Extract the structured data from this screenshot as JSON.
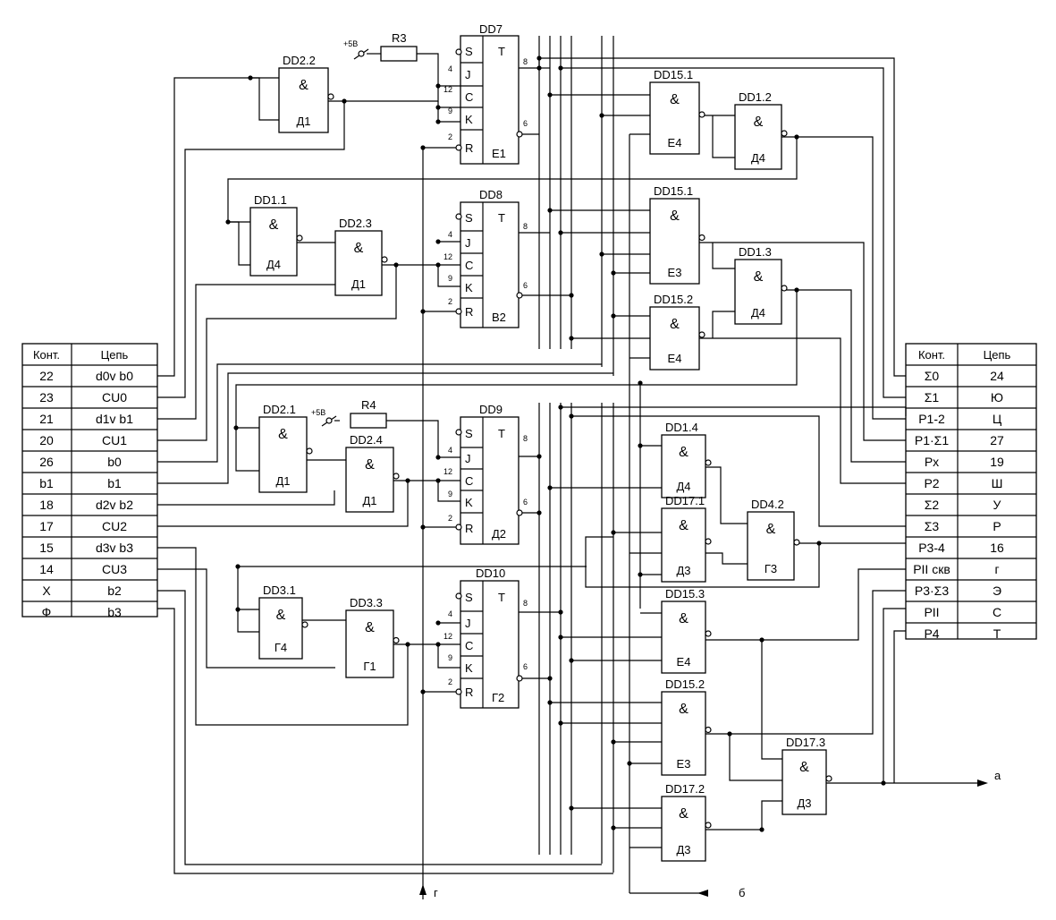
{
  "supply_label": "+5В",
  "resistors": [
    "R3",
    "R4"
  ],
  "inputs": {
    "g": "г",
    "b": "б"
  },
  "output": "а",
  "left_table": {
    "headers": [
      "Конт.",
      "Цепь"
    ],
    "rows": [
      [
        "22",
        "d0v b0"
      ],
      [
        "23",
        "CU0"
      ],
      [
        "21",
        "d1v b1"
      ],
      [
        "20",
        "CU1"
      ],
      [
        "26",
        "b0"
      ],
      [
        "b1",
        "b1"
      ],
      [
        "18",
        "d2v b2"
      ],
      [
        "17",
        "CU2"
      ],
      [
        "15",
        "d3v b3"
      ],
      [
        "14",
        "CU3"
      ],
      [
        "X",
        "b2"
      ],
      [
        "Ф",
        "b3"
      ]
    ]
  },
  "right_table": {
    "headers": [
      "Конт.",
      "Цепь"
    ],
    "rows": [
      [
        "Σ0",
        "24"
      ],
      [
        "Σ1",
        "Ю"
      ],
      [
        "P1-2",
        "Ц"
      ],
      [
        "P1·Σ1",
        "27"
      ],
      [
        "Px",
        "19"
      ],
      [
        "P2",
        "Ш"
      ],
      [
        "Σ2",
        "У"
      ],
      [
        "Σ3",
        "Р"
      ],
      [
        "P3-4",
        "16"
      ],
      [
        "PII скв",
        "г"
      ],
      [
        "P3·Σ3",
        "Э"
      ],
      [
        "PII",
        "С"
      ],
      [
        "P4",
        "Т"
      ]
    ]
  },
  "triggers": [
    {
      "ref": "DD7",
      "type": "T",
      "pins": [
        "S",
        "J",
        "C",
        "K",
        "R"
      ],
      "name": "Е1"
    },
    {
      "ref": "DD8",
      "type": "T",
      "pins": [
        "S",
        "J",
        "C",
        "K",
        "R"
      ],
      "name": "В2"
    },
    {
      "ref": "DD9",
      "type": "T",
      "pins": [
        "S",
        "J",
        "C",
        "K",
        "R"
      ],
      "name": "Д2"
    },
    {
      "ref": "DD10",
      "type": "T",
      "pins": [
        "S",
        "J",
        "C",
        "K",
        "R"
      ],
      "name": "Г2"
    }
  ],
  "gates": [
    {
      "ref": "DD2.2",
      "sym": "&",
      "name": "Д1"
    },
    {
      "ref": "DD1.1",
      "sym": "&",
      "name": "Д4"
    },
    {
      "ref": "DD2.3",
      "sym": "&",
      "name": "Д1"
    },
    {
      "ref": "DD2.1",
      "sym": "&",
      "name": "Д1"
    },
    {
      "ref": "DD2.4",
      "sym": "&",
      "name": "Д1"
    },
    {
      "ref": "DD3.1",
      "sym": "&",
      "name": "Г4"
    },
    {
      "ref": "DD3.3",
      "sym": "&",
      "name": "Г1"
    },
    {
      "ref": "DD15.1",
      "sym": "&",
      "name": "Е4"
    },
    {
      "ref": "DD1.2",
      "sym": "&",
      "name": "Д4"
    },
    {
      "ref": "DD15.1",
      "sym": "&",
      "name": "Е3"
    },
    {
      "ref": "DD1.3",
      "sym": "&",
      "name": "Д4"
    },
    {
      "ref": "DD15.2",
      "sym": "&",
      "name": "Е4"
    },
    {
      "ref": "DD1.4",
      "sym": "&",
      "name": "Д4"
    },
    {
      "ref": "DD17.1",
      "sym": "&",
      "name": "Д3"
    },
    {
      "ref": "DD4.2",
      "sym": "&",
      "name": "Г3"
    },
    {
      "ref": "DD15.3",
      "sym": "&",
      "name": "Е4"
    },
    {
      "ref": "DD15.2",
      "sym": "&",
      "name": "Е3"
    },
    {
      "ref": "DD17.2",
      "sym": "&",
      "name": "Д3"
    },
    {
      "ref": "DD17.3",
      "sym": "&",
      "name": "Д3"
    }
  ]
}
